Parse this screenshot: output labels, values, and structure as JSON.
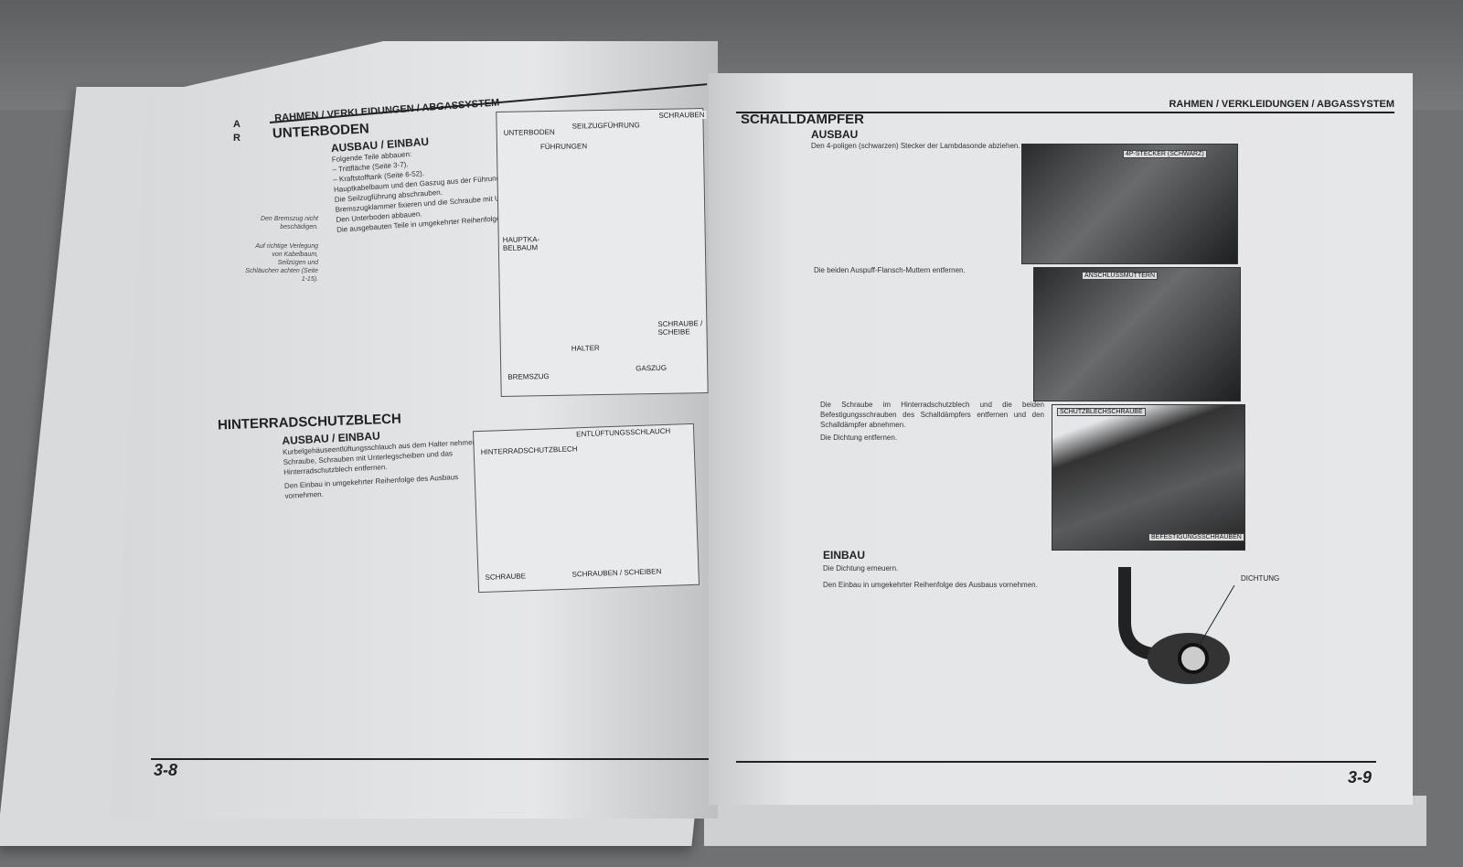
{
  "left_page": {
    "header": "RAHMEN / VERKLEIDUNGEN / ABGASSYSTEM",
    "tab_letters": [
      "A",
      "R"
    ],
    "section1": {
      "title": "UNTERBODEN",
      "subtitle": "AUSBAU / EINBAU",
      "lines": [
        "Folgende Teile abbauen:",
        "–  Trittfläche (Seite 3-7).",
        "–  Kraftstofftank (Seite 6-52).",
        "Hauptkabelbaum und den Gaszug aus der Führung am Unterboden lösen.",
        "Die Seilzugführung abschrauben.",
        "Bremszugklammer fixieren und die Schraube mit Unterlegscheibe entfernen.",
        "Den Unterboden abbauen.",
        "Die ausgebauten Teile in umgekehrter Reihenfolge einbauen."
      ],
      "notes": [
        "Den Bremszug nicht beschädigen.",
        "Auf richtige Verlegung von Kabelbaum, Seilzügen und Schläuchen achten (Seite 1-15)."
      ],
      "figure_labels": [
        "UNTERBODEN",
        "SEILZUGFÜHRUNG",
        "SCHRAUBEN",
        "FÜHRUNGEN",
        "HAUPTKA-BELBAUM",
        "SCHRAUBE / SCHEIBE",
        "HALTER",
        "BREMSZUG",
        "GASZUG"
      ]
    },
    "section2": {
      "title": "HINTERRADSCHUTZBLECH",
      "subtitle": "AUSBAU / EINBAU",
      "lines": [
        "Kurbelgehäuseentlüftungsschlauch aus dem Halter nehmen.",
        "Schraube, Schrauben mit Unterlegscheiben und das Hinterradschutzblech entfernen.",
        "Den Einbau in umgekehrter Reihenfolge des Ausbaus vornehmen."
      ],
      "figure_labels": [
        "ENTLÜFTUNGSSCHLAUCH",
        "HINTERRADSCHUTZBLECH",
        "SCHRAUBE",
        "SCHRAUBEN / SCHEIBEN"
      ]
    },
    "page_number": "3-8"
  },
  "right_page": {
    "header": "RAHMEN / VERKLEIDUNGEN / ABGASSYSTEM",
    "title": "SCHALLDÄMPFER",
    "ausbau": {
      "subtitle": "AUSBAU",
      "step1": "Den 4-poligen (schwarzen) Stecker der Lambdasonde abziehen.",
      "step2": "Die beiden Auspuff-Flansch-Muttern entfernen.",
      "step3": "Die Schraube im Hinterradschutzblech und die beiden Befestigungsschrauben des Schalldämpfers entfernen und den Schalldämpfer abnehmen.",
      "step4": "Die Dichtung entfernen."
    },
    "photo_labels": [
      "4P-STECKER (SCHWARZ)",
      "ANSCHLUSSMUTTERN",
      "SCHUTZBLECHSCHRAUBE",
      "BEFESTIGUNGSSCHRAUBEN"
    ],
    "einbau": {
      "subtitle": "EINBAU",
      "step1": "Die Dichtung erneuern.",
      "step2": "Den Einbau in umgekehrter Reihenfolge des Ausbaus vornehmen."
    },
    "figure_label": "DICHTUNG",
    "page_number": "3-9"
  }
}
